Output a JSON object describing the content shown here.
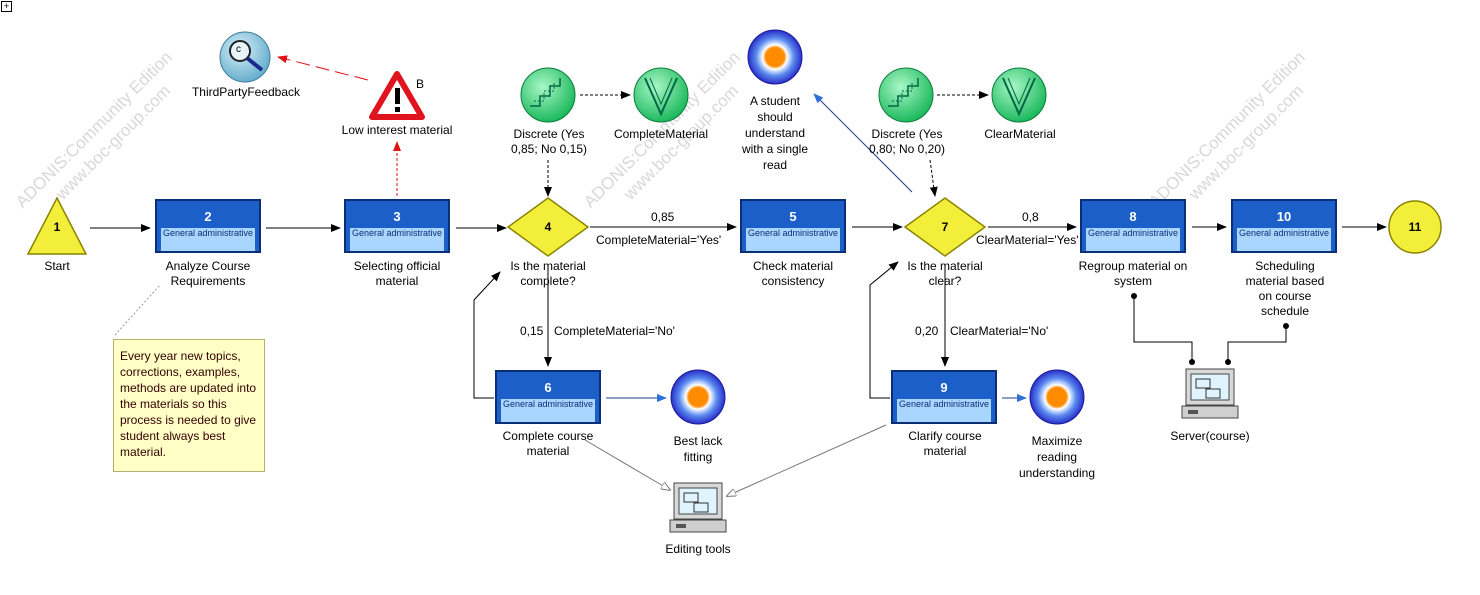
{
  "watermark": {
    "line1": "ADONIS:Community Edition",
    "line2": "www.boc-group.com"
  },
  "corner_glyph": "+",
  "start": {
    "num": "1",
    "label": "Start"
  },
  "end": {
    "num": "11"
  },
  "tasks": [
    {
      "num": "2",
      "sub": "General administrative",
      "label": "Analyze Course Requirements"
    },
    {
      "num": "3",
      "sub": "General administrative",
      "label": "Selecting official material"
    },
    {
      "num": "5",
      "sub": "General administrative",
      "label": "Check material consistency"
    },
    {
      "num": "6",
      "sub": "General administrative",
      "label": "Complete course material"
    },
    {
      "num": "8",
      "sub": "General administrative",
      "label": "Regroup material on system"
    },
    {
      "num": "9",
      "sub": "General administrative",
      "label": "Clarify course material"
    },
    {
      "num": "10",
      "sub": "General administrative",
      "label": "Scheduling material based on course schedule"
    }
  ],
  "decisions": [
    {
      "num": "4",
      "label": "Is the material complete?"
    },
    {
      "num": "7",
      "label": "Is the material clear?"
    }
  ],
  "variables": [
    {
      "dist": "Discrete (Yes 0,85; No 0,15)",
      "name": "CompleteMaterial"
    },
    {
      "dist": "Discrete (Yes 0,80; No 0,20)",
      "name": "ClearMaterial"
    }
  ],
  "goals": [
    {
      "label": "A student should understand with a single read"
    },
    {
      "label": "Best lack fitting"
    },
    {
      "label": "Maximize reading understanding"
    }
  ],
  "risk": {
    "letter": "B",
    "label": "Low interest material"
  },
  "feedback": {
    "glyph": "c",
    "label": "ThirdPartyFeedback"
  },
  "resources": [
    {
      "label": "Editing tools"
    },
    {
      "label": "Server(course)"
    }
  ],
  "note": {
    "text": "Every year new topics, corrections, examples, methods are updated into the materials so this process is needed to give student always best material."
  },
  "edges": {
    "d4_yes_prob": "0,85",
    "d4_yes_cond": "CompleteMaterial='Yes'",
    "d4_no_prob": "0,15",
    "d4_no_cond": "CompleteMaterial='No'",
    "d7_yes_prob": "0,8",
    "d7_yes_cond": "ClearMaterial='Yes'",
    "d7_no_prob": "0,20",
    "d7_no_cond": "ClearMaterial='No'"
  },
  "colors": {
    "task": "#1c5fc9",
    "task_sub": "#a9d6ff",
    "start": "#f3ee3a",
    "decision": "#f3ee3a",
    "variable": "#29d16f",
    "goal": "#3b3fd9",
    "risk": "#e0141e",
    "note": "#ffffc6"
  }
}
